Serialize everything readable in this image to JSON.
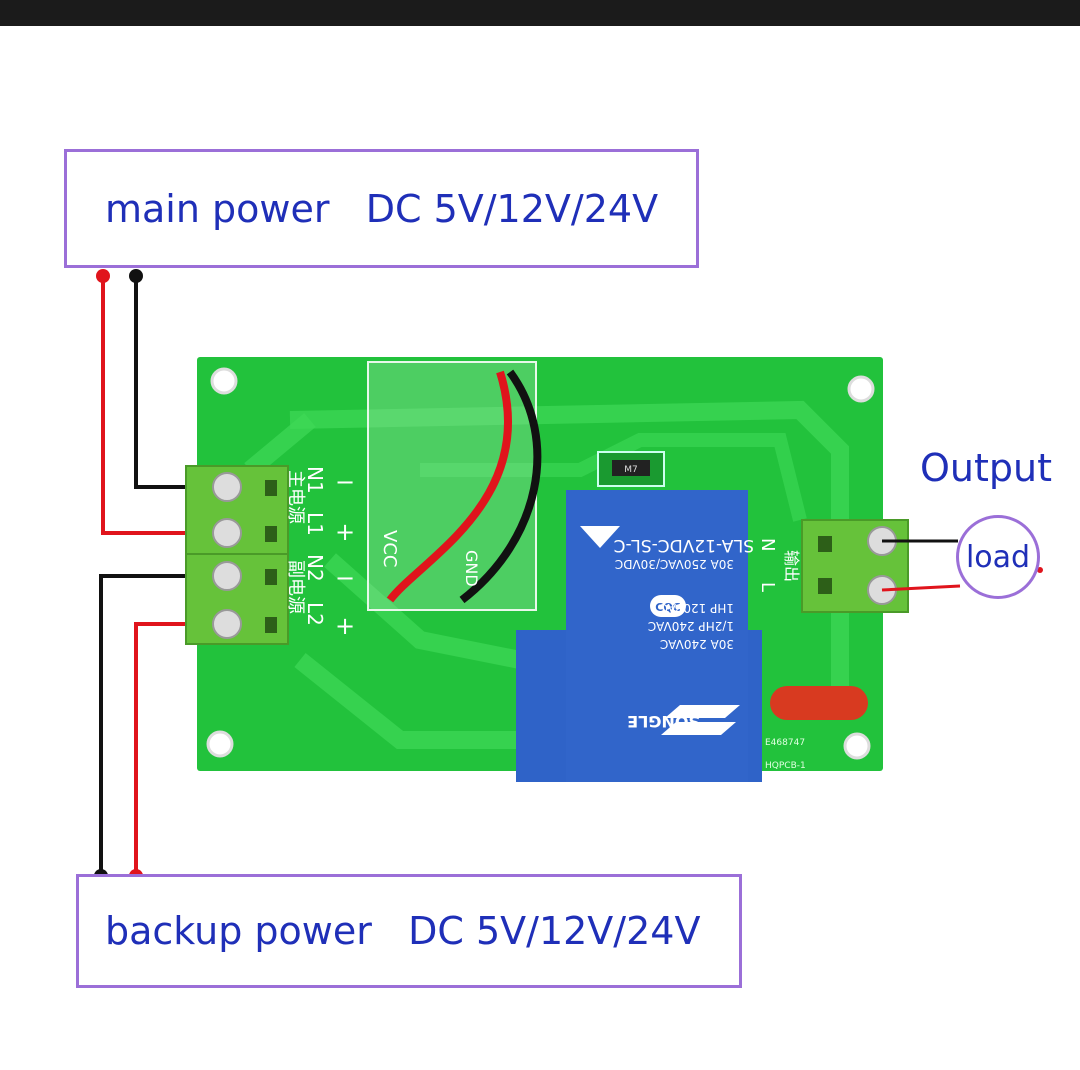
{
  "main_power": {
    "label": "main power   DC 5V/12V/24V"
  },
  "backup_power": {
    "label": "backup power   DC 5V/12V/24V"
  },
  "output": {
    "label": "Output",
    "load_label": "load"
  },
  "terminal_labels": {
    "n1": "N1",
    "l1": "L1",
    "n2": "N2",
    "l2": "L2",
    "main_cn": "主电源",
    "backup_cn": "副电源",
    "minus": "−",
    "plus": "+"
  },
  "board_labels": {
    "vcc": "VCC",
    "gnd": "GND",
    "out_n": "N",
    "out_l": "L",
    "out_cn": "输出",
    "diode": "M7"
  },
  "relay": {
    "brand": "SONGLE",
    "model": "SLA-12VDC-SL-C",
    "ratings": [
      "30A 240VAC",
      "1/2HP 240VAC",
      "1HP 120VAC",
      "30A 250VAC/30VDC"
    ],
    "cert": "CQC"
  },
  "pcb_marks": [
    "E468747",
    "HQPCB-1"
  ],
  "colors": {
    "frame": "#9b6fd8",
    "text": "#1f2fb8",
    "pcb": "#1fbf3a",
    "terminal": "#5fbf3a",
    "relay": "#2f63c8",
    "wire_red": "#e0141c",
    "wire_black": "#111111"
  }
}
